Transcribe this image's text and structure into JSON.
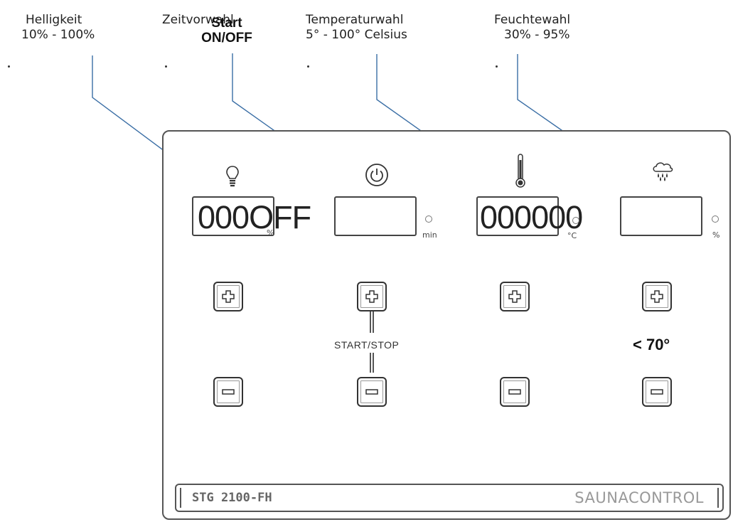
{
  "callouts": {
    "helligkeit": {
      "line1": "Helligkeit",
      "line2": "10% - 100%"
    },
    "zeitvorwahl": {
      "line1": "Zeitvorwahl"
    },
    "start_overlay": {
      "line1": "Start",
      "line2": "ON/OFF"
    },
    "temperatur": {
      "line1": "Temperaturwahl",
      "line2": "5° - 100° Celsius"
    },
    "feuchte": {
      "line1": "Feuchtewahl",
      "line2": "30% - 95%"
    }
  },
  "panel": {
    "icons": [
      "lightbulb-icon",
      "power-icon",
      "thermometer-icon",
      "rain-cloud-icon"
    ],
    "displays": {
      "light": {
        "value": "000OFF",
        "unit": "%"
      },
      "time": {
        "value": "",
        "unit": "min"
      },
      "temp": {
        "value": "000000",
        "unit": "°C"
      },
      "humidity": {
        "value": "",
        "unit": "%"
      }
    },
    "start_stop_label": "START/STOP",
    "humidity_limit": "< 70°",
    "model": "STG 2100-FH",
    "brand": "SAUNACONTROL"
  },
  "colors": {
    "leader_line": "#3a6ea5",
    "panel_border": "#555555"
  }
}
